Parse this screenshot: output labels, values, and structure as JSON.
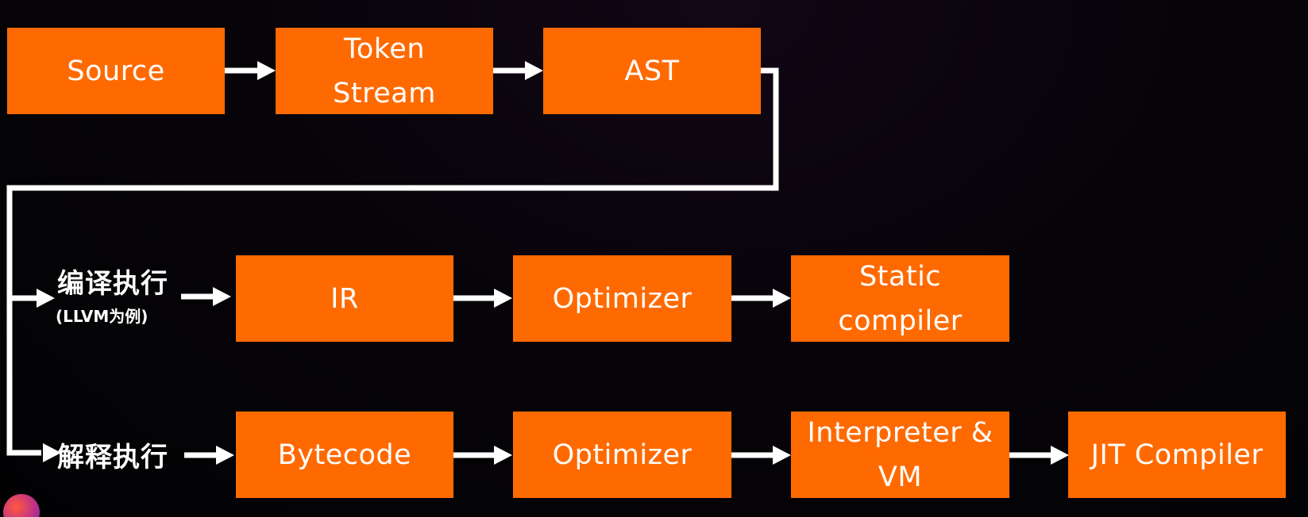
{
  "pipeline": {
    "source": "Source",
    "token_stream": "Token\nStream",
    "ast": "AST"
  },
  "compiled_branch": {
    "label": "编译执行",
    "sublabel": "(LLVM为例)",
    "ir": "IR",
    "optimizer": "Optimizer",
    "static_compiler": "Static\ncompiler"
  },
  "interpreted_branch": {
    "label": "解释执行",
    "bytecode": "Bytecode",
    "optimizer": "Optimizer",
    "interpreter_vm": "Interpreter &\nVM",
    "jit_compiler": "JIT Compiler"
  },
  "colors": {
    "box_fill": "#ff6a00",
    "connector": "#ffffff",
    "background": "#050308"
  }
}
